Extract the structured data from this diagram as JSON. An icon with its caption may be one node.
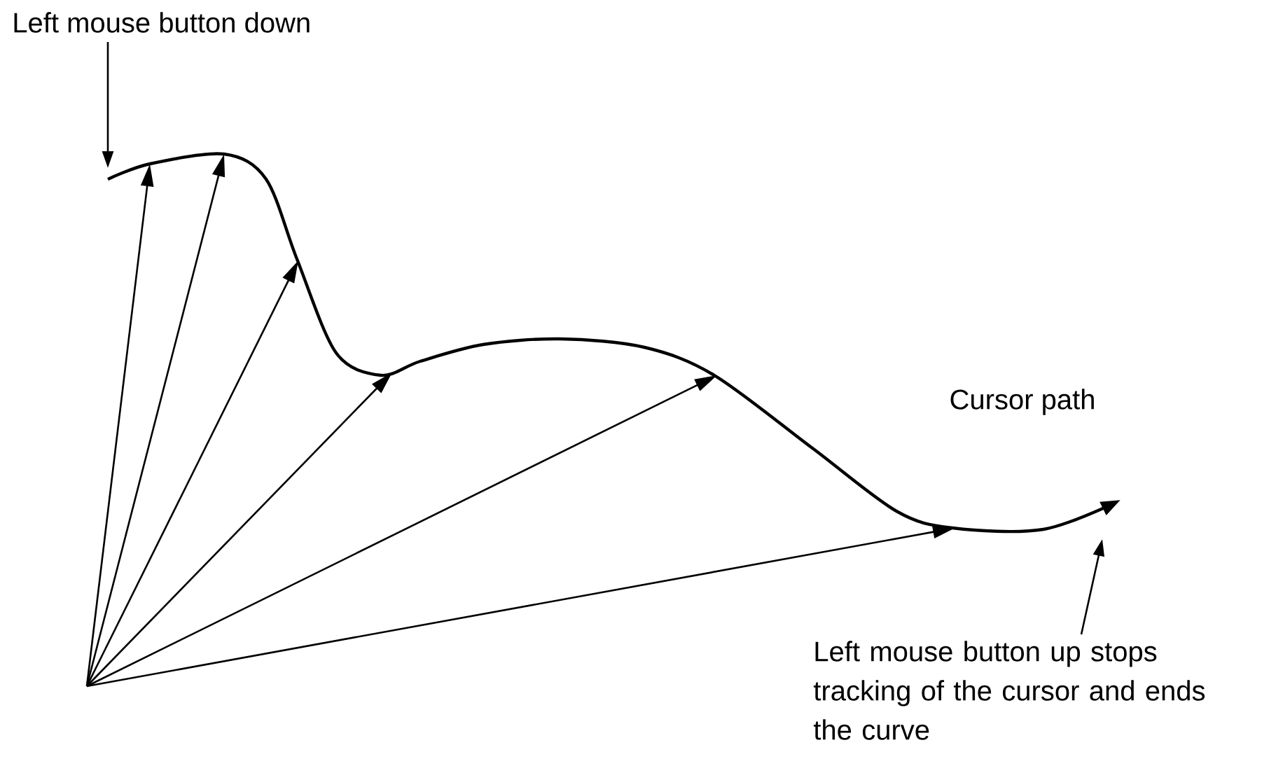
{
  "diagram": {
    "nodes": [
      {
        "text": [
          "Left mouse button down"
        ]
      },
      {
        "text": [
          "Left mouse button up stops tracking of the cursor and ends the curve"
        ]
      }
    ],
    "edges": [
      {
        "from": 0,
        "to": null,
        "arrow": "to"
      },
      {
        "from": 1,
        "to": null,
        "arrow": "to"
      }
    ],
    "labels": [
      "Cursor path"
    ]
  }
}
